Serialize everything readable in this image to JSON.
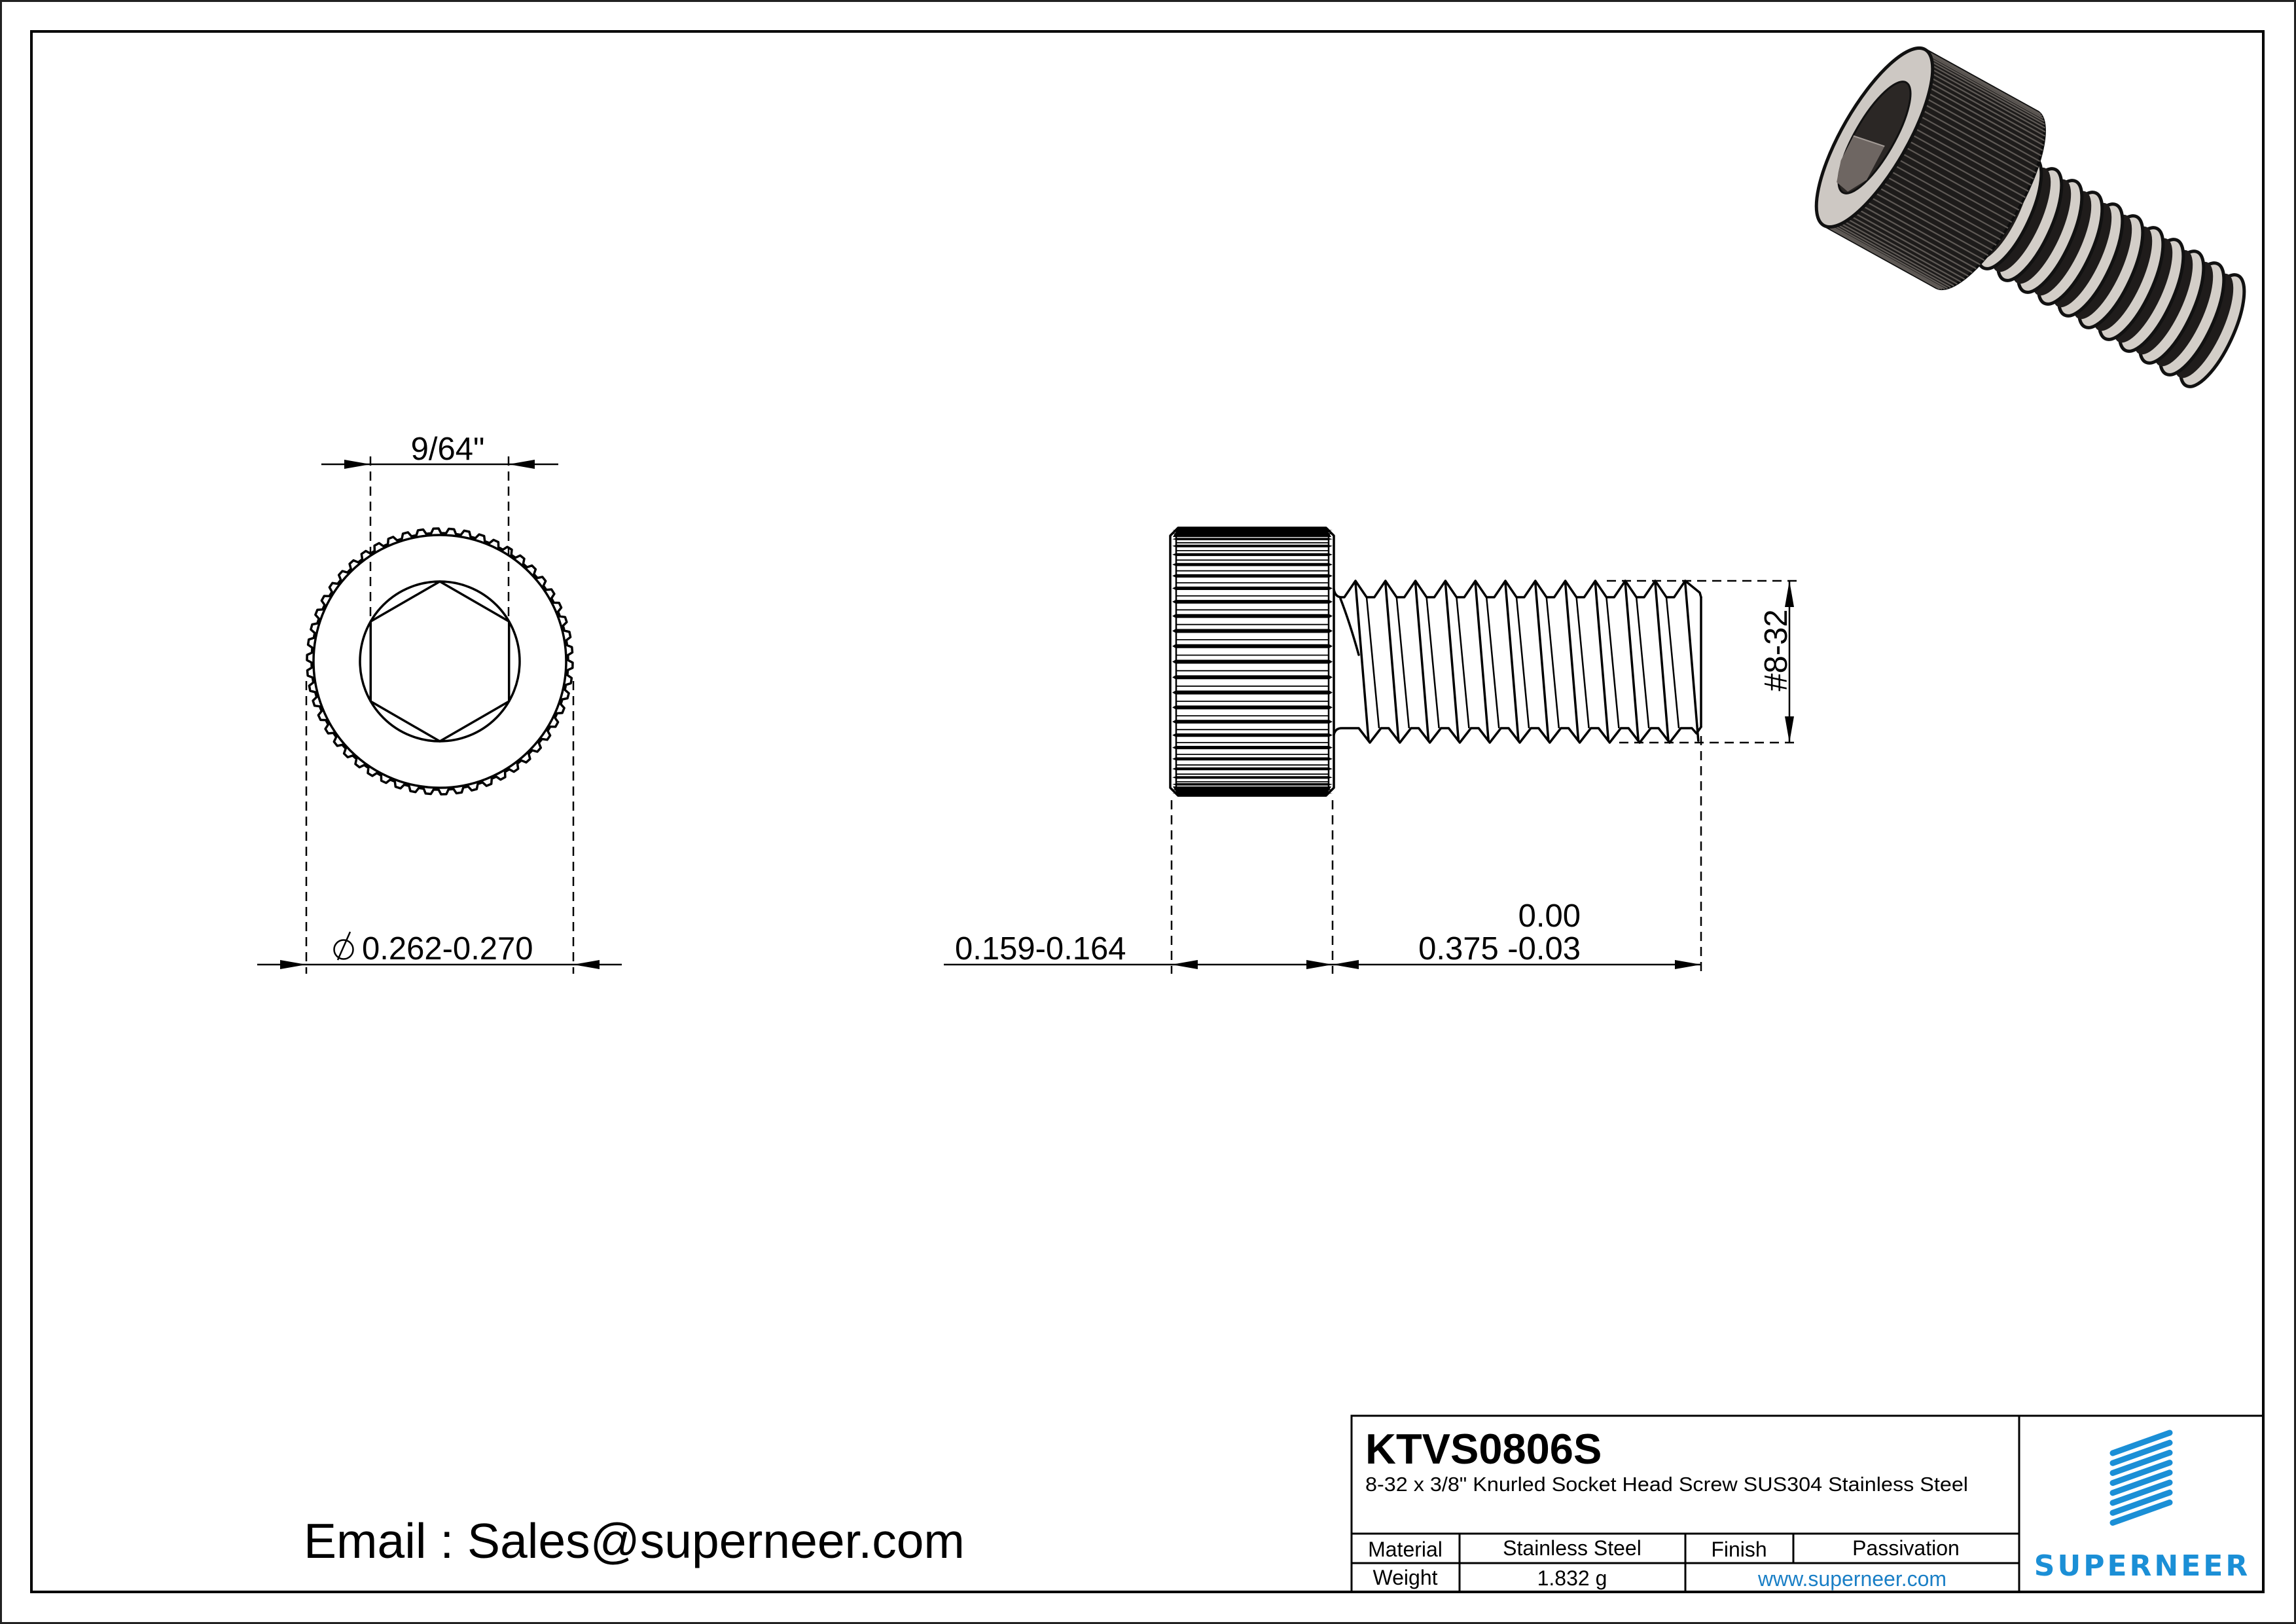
{
  "sheet": {
    "contact_email_line": "Email : Sales@superneer.com"
  },
  "title_block": {
    "part_number": "KTVS0806S",
    "description": "8-32 x 3/8\" Knurled Socket Head Screw SUS304 Stainless Steel",
    "material_label": "Material",
    "material_value": "Stainless Steel",
    "finish_label": "Finish",
    "finish_value": "Passivation",
    "weight_label": "Weight",
    "weight_value": "1.832 g",
    "website": "www.superneer.com"
  },
  "logo": {
    "brand_name": "SUPERNEER",
    "icon": "superneer-stripes-logo-icon",
    "color": "#1b8fd6"
  },
  "end_view": {
    "socket_across_flats": "9/64\"",
    "diameter_symbol_icon": "diameter-symbol-icon",
    "head_diameter": "0.262-0.270"
  },
  "side_view": {
    "head_height": "0.159-0.164",
    "length_tolerance_upper": "0.00",
    "length_with_lower_tolerance": "0.375 -0.03",
    "thread_callout": "#8-32"
  },
  "isometric_view": {
    "icon": "knurled-socket-head-screw-3d-render-icon"
  },
  "colors": {
    "line": "#000000",
    "brand_blue": "#1b8fd6",
    "link_blue": "#1a7fc6",
    "knurl_dark": "#1d1b1a",
    "steel_light": "#cdc8c3"
  }
}
